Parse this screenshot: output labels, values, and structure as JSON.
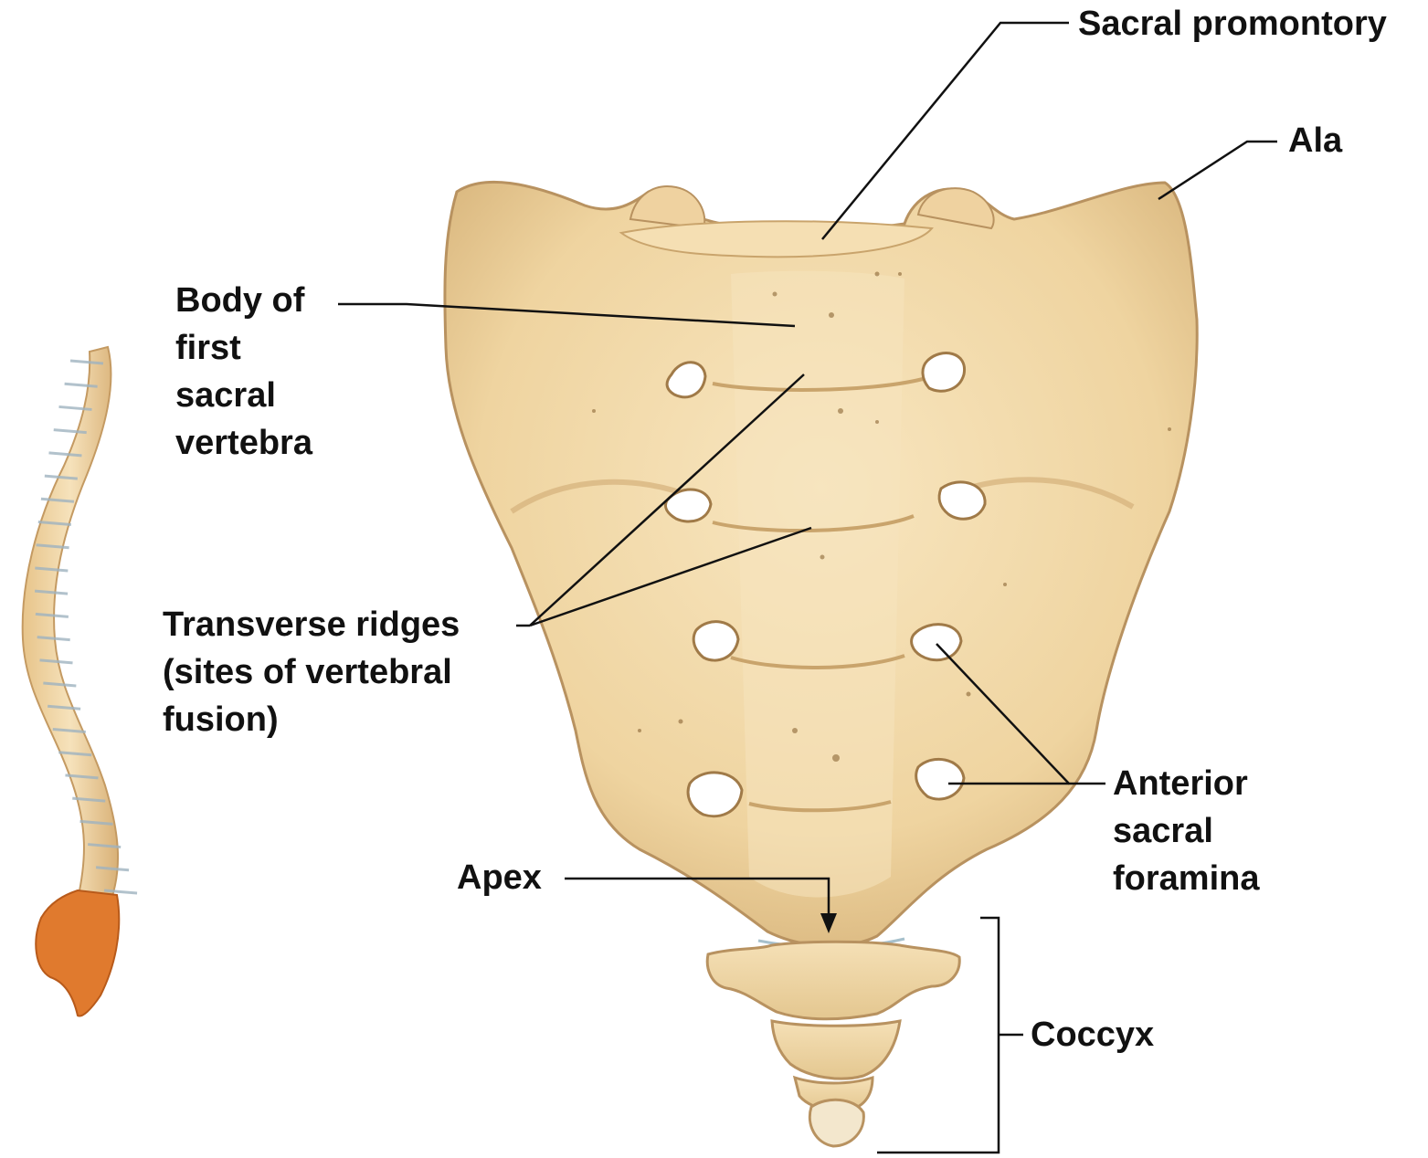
{
  "labels": {
    "sacral_promontory": "Sacral promontory",
    "ala": "Ala",
    "body_first_sacral": [
      "Body of",
      "first",
      "sacral",
      "vertebra"
    ],
    "transverse_ridges": [
      "Transverse ridges",
      "(sites of vertebral",
      "fusion)"
    ],
    "anterior_sacral_foramina": [
      "Anterior",
      "sacral",
      "foramina"
    ],
    "apex": "Apex",
    "coccyx": "Coccyx"
  },
  "colors": {
    "bone": "#f1d8a8",
    "bone_shadow": "#d9b57c",
    "bone_outline": "#b89260",
    "foramen": "#ffffff",
    "spine_highlight": "#e07a2e",
    "leader_line": "#111111"
  }
}
